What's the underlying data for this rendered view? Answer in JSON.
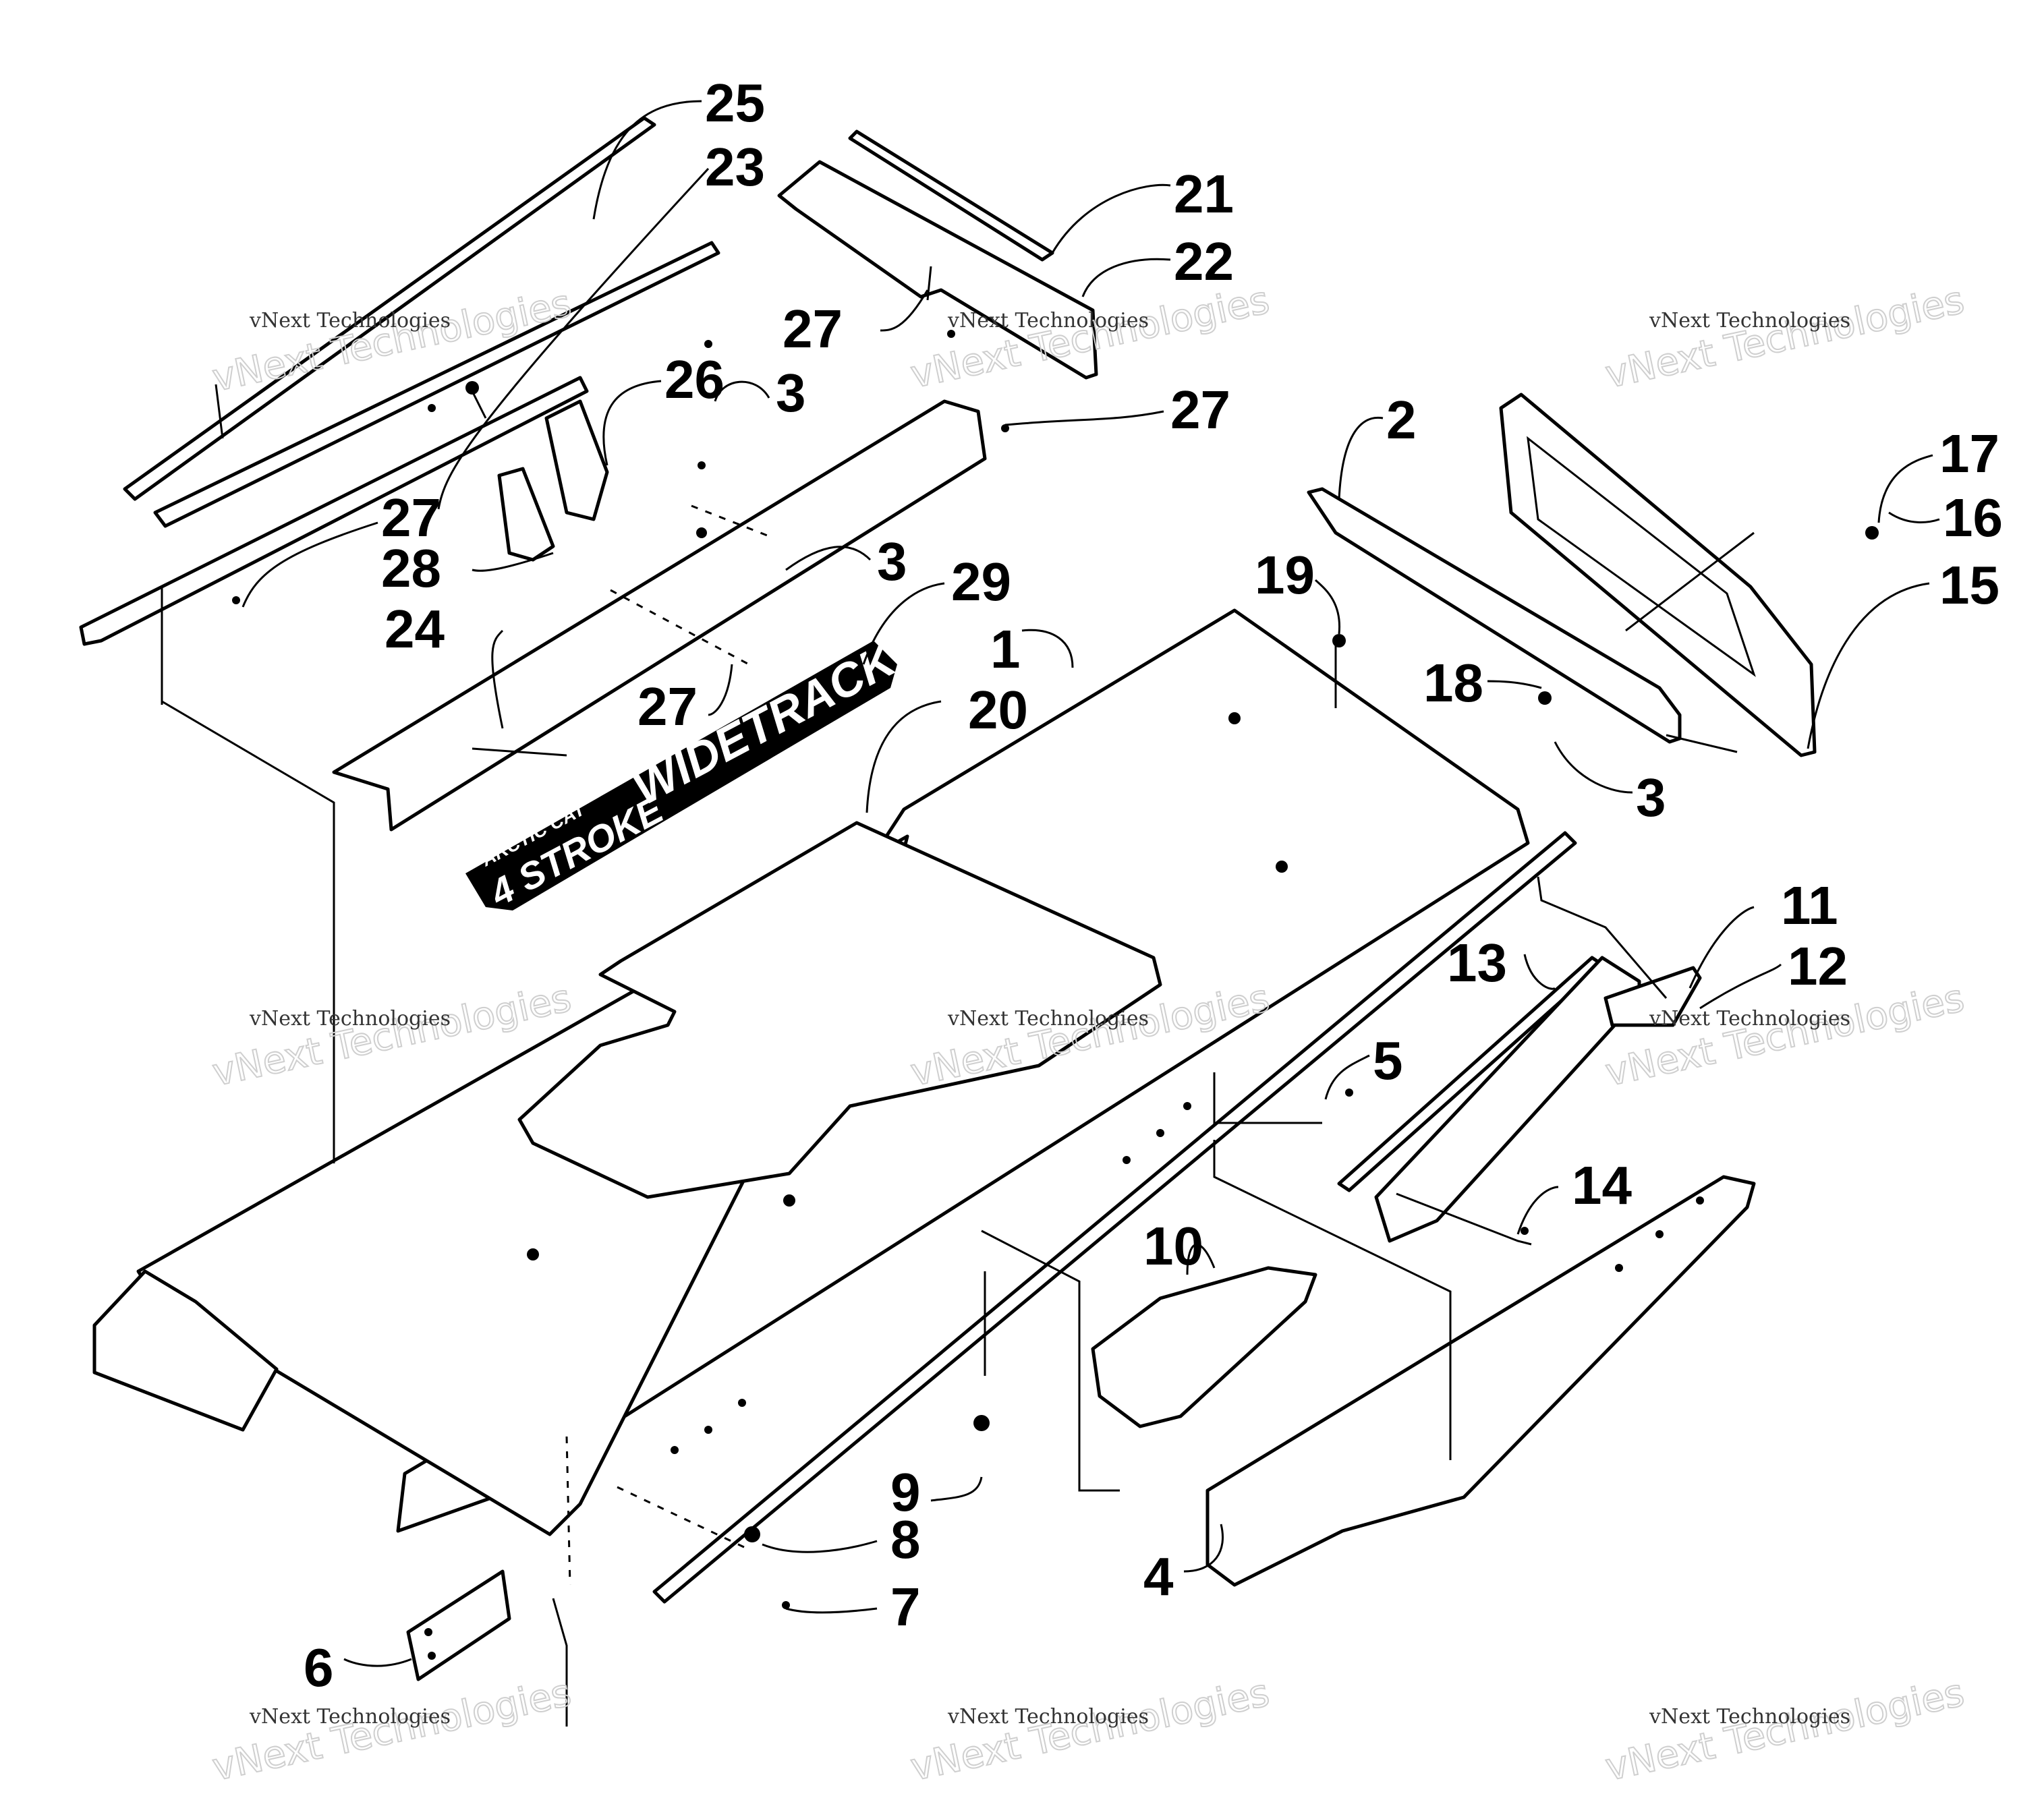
{
  "diagram": {
    "callouts": [
      "1",
      "2",
      "3",
      "3",
      "3",
      "4",
      "5",
      "6",
      "7",
      "8",
      "9",
      "10",
      "11",
      "12",
      "13",
      "14",
      "15",
      "16",
      "17",
      "18",
      "19",
      "20",
      "21",
      "22",
      "23",
      "24",
      "25",
      "26",
      "27",
      "27",
      "27",
      "27",
      "28",
      "29"
    ],
    "decal_text": {
      "brand": "ARCTIC CAT",
      "model": "WIDETRACK",
      "engine": "4 STROKE"
    },
    "watermark": {
      "line1": "vNext Technologies",
      "line2": "vNext Technologies"
    }
  }
}
